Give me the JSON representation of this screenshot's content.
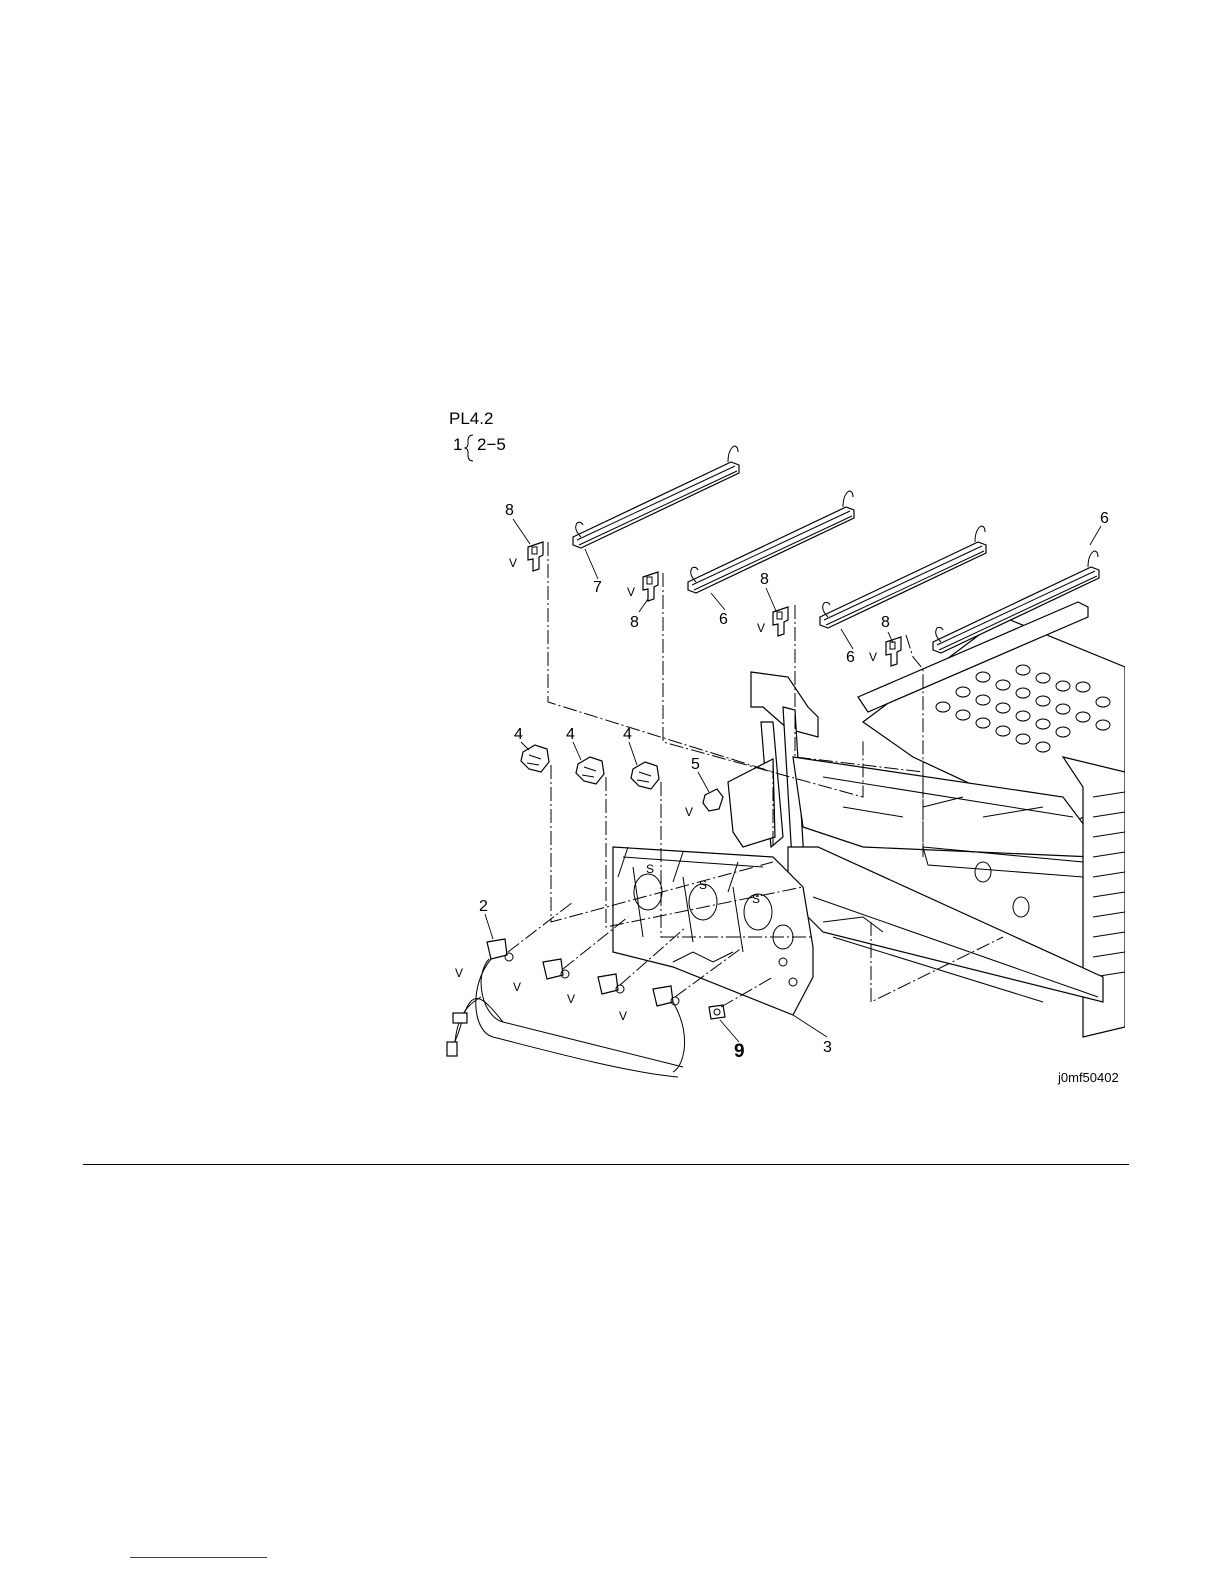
{
  "figure": {
    "plate_ref": "PL4.2",
    "assembly_note_item": "1",
    "assembly_note_range": "2−5",
    "image_code": "j0mf50402",
    "callouts": {
      "c2": "2",
      "c3": "3",
      "c4a": "4",
      "c4b": "4",
      "c4c": "4",
      "c5": "5",
      "c6a": "6",
      "c6b": "6",
      "c6c": "6",
      "c7": "7",
      "c8a": "8",
      "c8b": "8",
      "c8c": "8",
      "c8d": "8",
      "c9": "9"
    },
    "marks": {
      "v": "V",
      "s": "S"
    }
  }
}
